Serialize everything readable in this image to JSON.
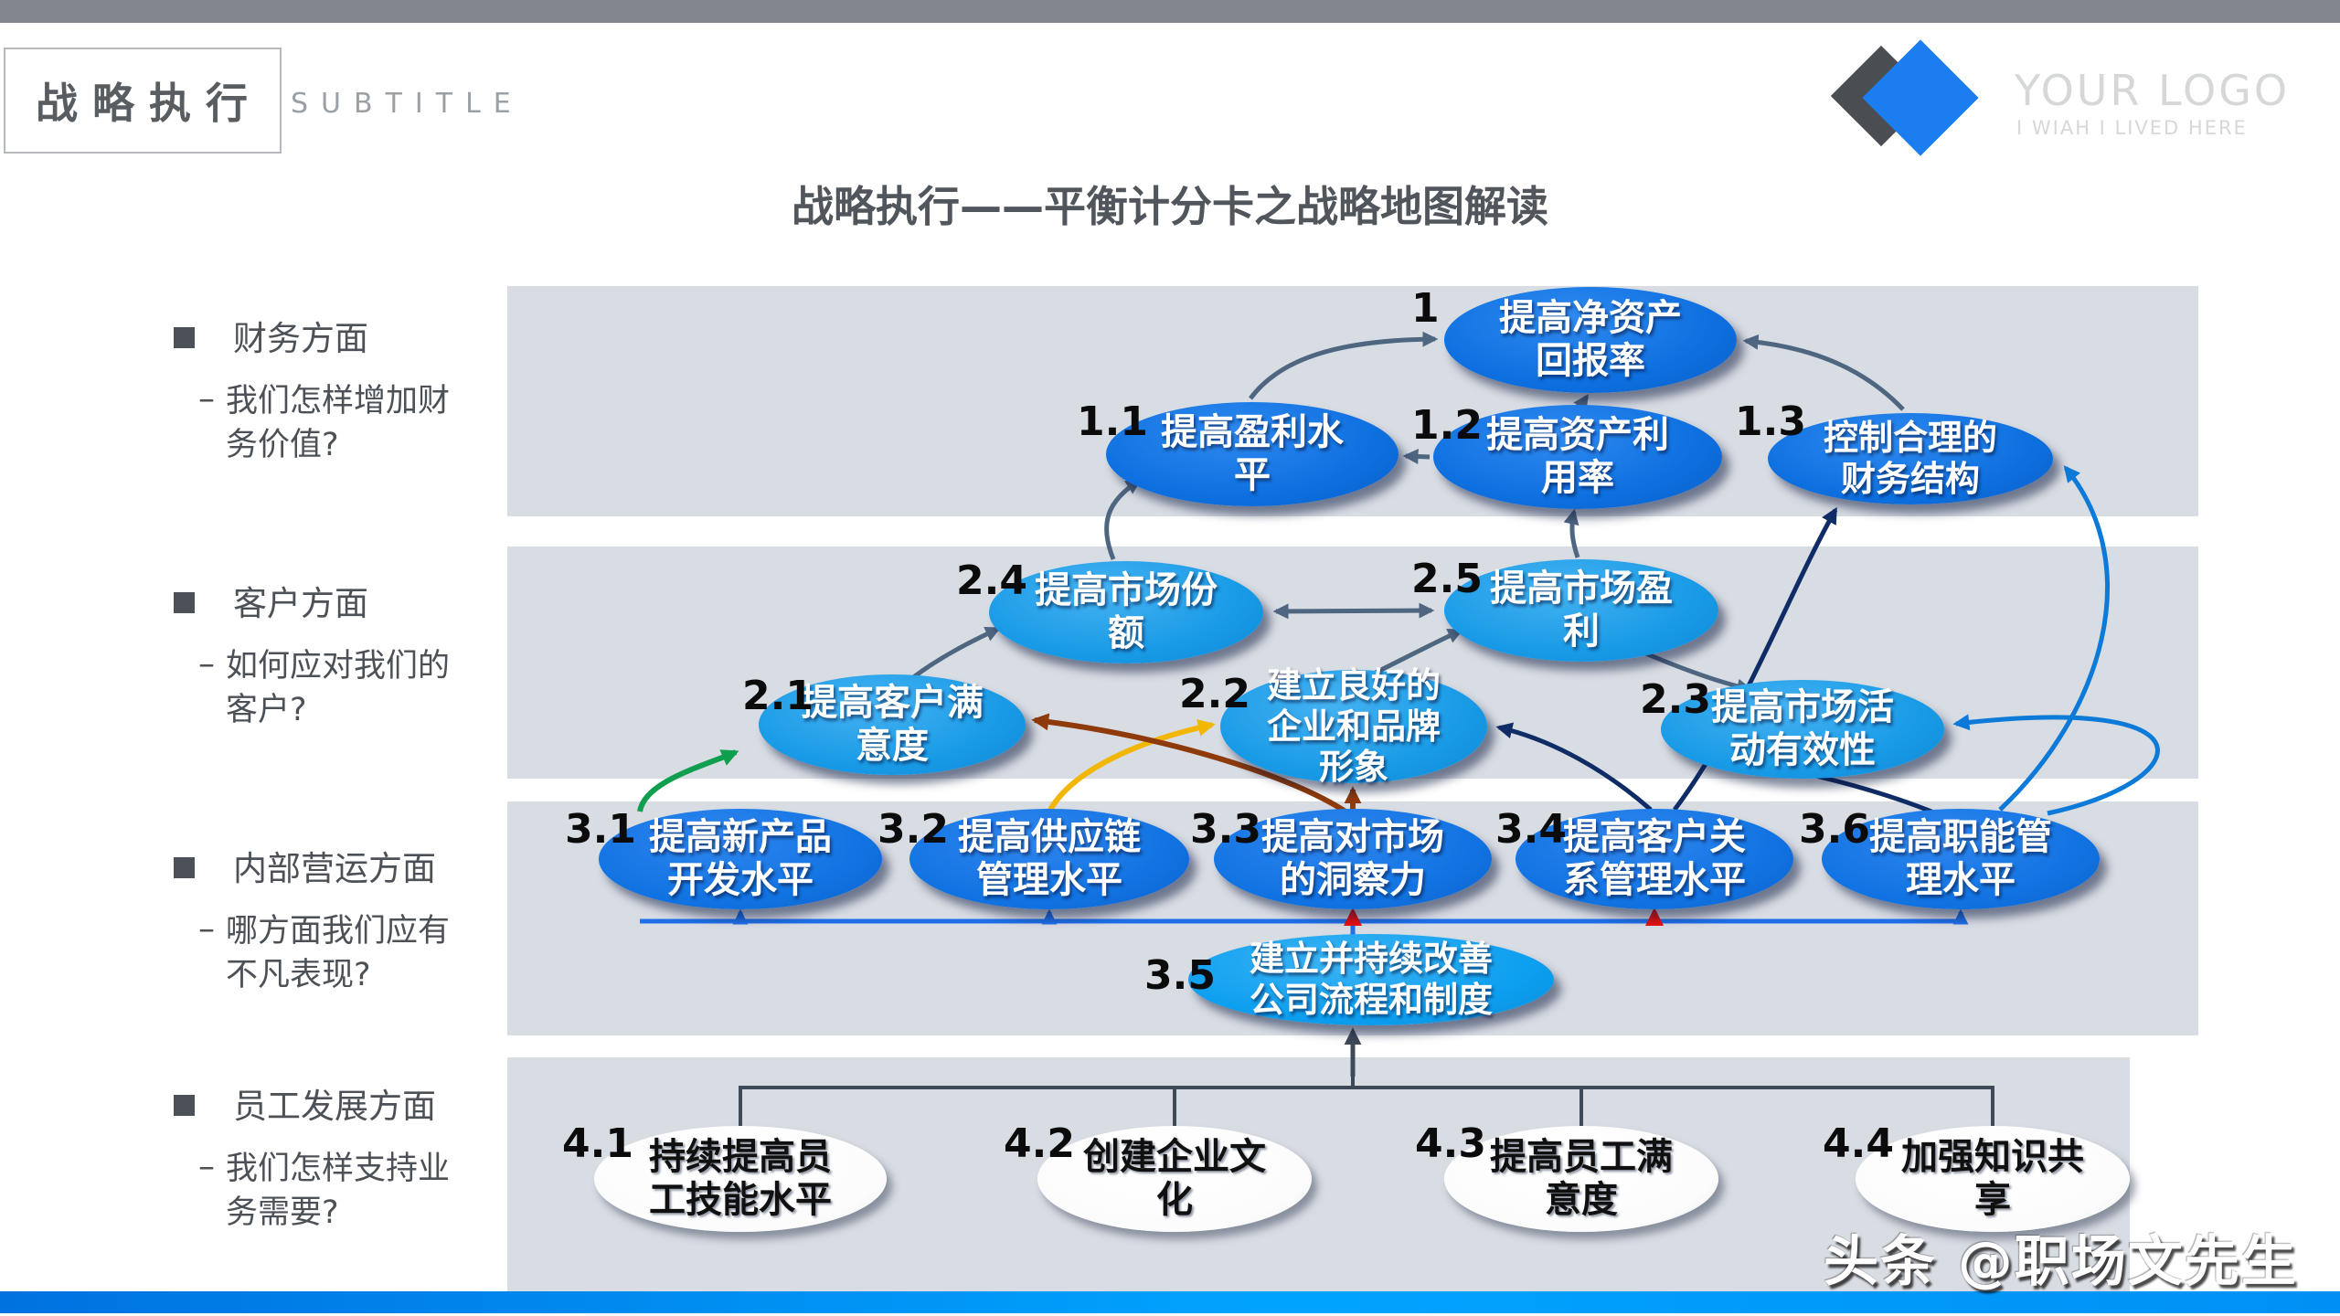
{
  "header": {
    "title": "战略执行",
    "subtitle": "SUBTITLE",
    "logo_name": "YOUR LOGO",
    "logo_tagline": "I WIAH I LIVED HERE"
  },
  "main_title": "战略执行——平衡计分卡之战略地图解读",
  "ui": {
    "dash": "–"
  },
  "sections": [
    {
      "heading": "财务方面",
      "question": "我们怎样增加财务价值?"
    },
    {
      "heading": "客户方面",
      "question": "如何应对我们的客户?"
    },
    {
      "heading": "内部营运方面",
      "question": "哪方面我们应有不凡表现?"
    },
    {
      "heading": "员工发展方面",
      "question": "我们怎样支持业务需要?"
    }
  ],
  "nodes": [
    {
      "num": "1",
      "label": "提高净资产回报率"
    },
    {
      "num": "1.1",
      "label": "提高盈利水平"
    },
    {
      "num": "1.2",
      "label": "提高资产利用率"
    },
    {
      "num": "1.3",
      "label": "控制合理的财务结构"
    },
    {
      "num": "2.4",
      "label": "提高市场份额"
    },
    {
      "num": "2.5",
      "label": "提高市场盈利"
    },
    {
      "num": "2.1",
      "label": "提高客户满意度"
    },
    {
      "num": "2.2",
      "label": "建立良好的企业和品牌形象"
    },
    {
      "num": "2.3",
      "label": "提高市场活动有效性"
    },
    {
      "num": "3.1",
      "label": "提高新产品开发水平"
    },
    {
      "num": "3.2",
      "label": "提高供应链管理水平"
    },
    {
      "num": "3.3",
      "label": "提高对市场的洞察力"
    },
    {
      "num": "3.4",
      "label": "提高客户关系管理水平"
    },
    {
      "num": "3.6",
      "label": "提高职能管理水平"
    },
    {
      "num": "3.5",
      "label": "建立并持续改善公司流程和制度"
    },
    {
      "num": "4.1",
      "label": "持续提高员工技能水平"
    },
    {
      "num": "4.2",
      "label": "创建企业文化"
    },
    {
      "num": "4.3",
      "label": "提高员工满意度"
    },
    {
      "num": "4.4",
      "label": "加强知识共享"
    }
  ],
  "watermark": "头条 @职场文先生",
  "colors": {
    "band_gray": "#d8dce3",
    "node_blue_financial": "#0d6fdf",
    "node_blue_customer": "#189ae6",
    "node_blue_internal": "#1173e2",
    "node_cyan_process": "#0d9ff0",
    "node_white_employee": "#ffffff",
    "footer_blue_left": "#0072e0",
    "footer_blue_right": "#00a4ff",
    "arrow_slate": "#4f6680",
    "arrow_green": "#0f9f4f",
    "arrow_yellow": "#f2b705",
    "arrow_brown": "#8f3a0a",
    "arrow_navy": "#102c66",
    "arrow_blue": "#0b7ad8",
    "arrow_red": "#e81010"
  }
}
